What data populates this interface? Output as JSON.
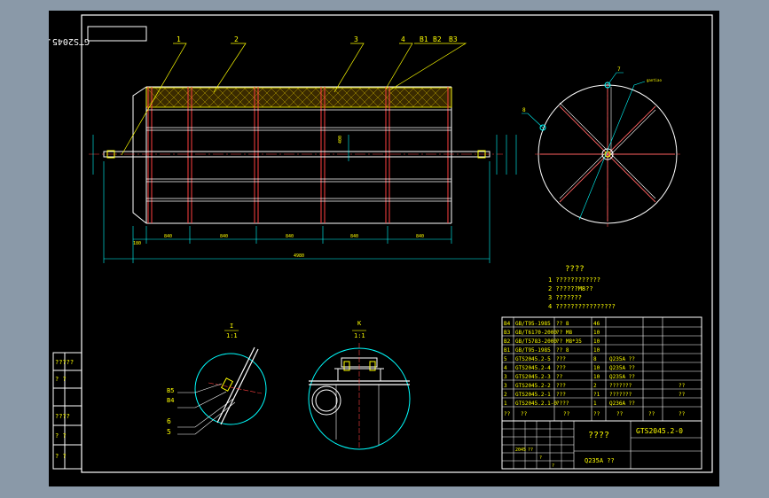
{
  "drawing_code": "GTS2045.2-0",
  "balloons": [
    "1",
    "2",
    "3",
    "4",
    "B1",
    "B2",
    "B3"
  ],
  "dimensions": {
    "overall": "4980",
    "left_end": "180",
    "segments": [
      "840",
      "840",
      "840",
      "840",
      "840"
    ],
    "height": "400"
  },
  "end_view": {
    "labels": [
      "7",
      "8"
    ],
    "tag": "gantiao"
  },
  "notes": {
    "title": "????",
    "items": [
      "1 ????????????",
      "2 ??????M8??",
      "3 ???????",
      "4 ????????????????"
    ]
  },
  "details": [
    {
      "name": "I",
      "scale": "1:1",
      "labels": [
        "B5",
        "B4",
        "6",
        "5"
      ]
    },
    {
      "name": "K",
      "scale": "1:1",
      "labels": []
    }
  ],
  "bom": {
    "rows": [
      {
        "no": "B4",
        "code": "GB/T95-1985",
        "name": "?? 8",
        "qty": "46",
        "mat": "",
        "note": ""
      },
      {
        "no": "B3",
        "code": "GB/T6170-2000",
        "name": "?? M8",
        "qty": "10",
        "mat": "",
        "note": ""
      },
      {
        "no": "B2",
        "code": "GB/T5783-2000",
        "name": "?? M8*35",
        "qty": "10",
        "mat": "",
        "note": ""
      },
      {
        "no": "B1",
        "code": "GB/T95-1985",
        "name": "?? 8",
        "qty": "10",
        "mat": "",
        "note": ""
      },
      {
        "no": "5",
        "code": "GTS2045.2-5",
        "name": "???",
        "qty": "8",
        "mat": "Q235A ??",
        "note": ""
      },
      {
        "no": "4",
        "code": "GTS2045.2-4",
        "name": "???",
        "qty": "10",
        "mat": "Q235A ??",
        "note": ""
      },
      {
        "no": "3",
        "code": "GTS2045.2-3",
        "name": "??",
        "qty": "10",
        "mat": "Q235A ??",
        "note": ""
      },
      {
        "no": "3",
        "code": "GTS2045.2-2",
        "name": "???",
        "qty": "2",
        "mat": "???????",
        "note": "??"
      },
      {
        "no": "2",
        "code": "GTS2045.2-1",
        "name": "???",
        "qty": "?1",
        "mat": "???????",
        "note": "??"
      },
      {
        "no": "1",
        "code": "GTS2045.2.1-0",
        "name": "????",
        "qty": "1",
        "mat": "Q236A ??",
        "note": ""
      }
    ],
    "header": [
      "??",
      "??",
      "??",
      "??",
      "??",
      "??",
      "??"
    ]
  },
  "title_block": {
    "name": "????",
    "code": "GTS2045.2-0",
    "material": "Q235A ??",
    "mini": [
      "2045",
      "??",
      "?",
      "?"
    ]
  },
  "left_strip": [
    "?????",
    "?  ?",
    "????",
    "?  ?",
    "?  ?"
  ]
}
